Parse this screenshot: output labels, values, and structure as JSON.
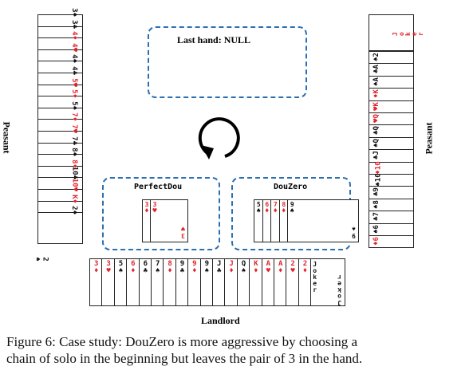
{
  "last_hand": "Last hand: NULL",
  "players": {
    "left_peasant": {
      "label": "Peasant",
      "cards": [
        {
          "r": "3",
          "s": "♠",
          "c": "black"
        },
        {
          "r": "3",
          "s": "♣",
          "c": "black"
        },
        {
          "r": "4",
          "s": "♦",
          "c": "red"
        },
        {
          "r": "4",
          "s": "♥",
          "c": "red"
        },
        {
          "r": "4",
          "s": "♠",
          "c": "black"
        },
        {
          "r": "4",
          "s": "♣",
          "c": "black"
        },
        {
          "r": "5",
          "s": "♥",
          "c": "red"
        },
        {
          "r": "5",
          "s": "♦",
          "c": "red"
        },
        {
          "r": "5",
          "s": "♠",
          "c": "black"
        },
        {
          "r": "7",
          "s": "♦",
          "c": "red"
        },
        {
          "r": "7",
          "s": "♥",
          "c": "red"
        },
        {
          "r": "7",
          "s": "♣",
          "c": "black"
        },
        {
          "r": "8",
          "s": "♠",
          "c": "black"
        },
        {
          "r": "8",
          "s": "♦",
          "c": "red"
        },
        {
          "r": "10",
          "s": "♣",
          "c": "black"
        },
        {
          "r": "10",
          "s": "♥",
          "c": "red"
        },
        {
          "r": "K",
          "s": "♦",
          "c": "red"
        },
        {
          "r": "2",
          "s": "♠",
          "c": "black"
        }
      ]
    },
    "right_peasant": {
      "label": "Peasant",
      "joker": "Joker",
      "cards": [
        {
          "r": "2",
          "s": "♠",
          "c": "black"
        },
        {
          "r": "A",
          "s": "♣",
          "c": "black"
        },
        {
          "r": "A",
          "s": "♠",
          "c": "black"
        },
        {
          "r": "K",
          "s": "♦",
          "c": "red"
        },
        {
          "r": "K",
          "s": "♥",
          "c": "red"
        },
        {
          "r": "Q",
          "s": "♥",
          "c": "red"
        },
        {
          "r": "Q",
          "s": "♣",
          "c": "black"
        },
        {
          "r": "Q",
          "s": "♠",
          "c": "black"
        },
        {
          "r": "J",
          "s": "♣",
          "c": "black"
        },
        {
          "r": "10",
          "s": "♦",
          "c": "red"
        },
        {
          "r": "10",
          "s": "♠",
          "c": "black"
        },
        {
          "r": "9",
          "s": "♣",
          "c": "black"
        },
        {
          "r": "8",
          "s": "♠",
          "c": "black"
        },
        {
          "r": "7",
          "s": "♣",
          "c": "black"
        },
        {
          "r": "6",
          "s": "♠",
          "c": "black"
        },
        {
          "r": "6",
          "s": "♦",
          "c": "red"
        }
      ]
    },
    "landlord": {
      "label": "Landlord",
      "joker": "Joker",
      "cards": [
        {
          "r": "3",
          "s": "♦",
          "c": "red"
        },
        {
          "r": "3",
          "s": "♥",
          "c": "red"
        },
        {
          "r": "5",
          "s": "♠",
          "c": "black"
        },
        {
          "r": "6",
          "s": "♦",
          "c": "red"
        },
        {
          "r": "6",
          "s": "♣",
          "c": "black"
        },
        {
          "r": "7",
          "s": "♠",
          "c": "black"
        },
        {
          "r": "8",
          "s": "♦",
          "c": "red"
        },
        {
          "r": "9",
          "s": "♣",
          "c": "black"
        },
        {
          "r": "9",
          "s": "♦",
          "c": "red"
        },
        {
          "r": "9",
          "s": "♠",
          "c": "black"
        },
        {
          "r": "J",
          "s": "♣",
          "c": "black"
        },
        {
          "r": "J",
          "s": "♦",
          "c": "red"
        },
        {
          "r": "Q",
          "s": "♠",
          "c": "black"
        },
        {
          "r": "K",
          "s": "♦",
          "c": "red"
        },
        {
          "r": "A",
          "s": "♥",
          "c": "red"
        },
        {
          "r": "A",
          "s": "♦",
          "c": "red"
        },
        {
          "r": "2",
          "s": "♥",
          "c": "red"
        },
        {
          "r": "2",
          "s": "♦",
          "c": "red"
        }
      ]
    }
  },
  "agents": {
    "perfectdou": {
      "name": "PerfectDou",
      "cards": [
        {
          "r": "3",
          "s": "♦",
          "c": "red"
        },
        {
          "r": "3",
          "s": "♥",
          "c": "red"
        }
      ]
    },
    "douzero": {
      "name": "DouZero",
      "cards": [
        {
          "r": "5",
          "s": "♠",
          "c": "black"
        },
        {
          "r": "6",
          "s": "♦",
          "c": "red"
        },
        {
          "r": "7",
          "s": "♦",
          "c": "red"
        },
        {
          "r": "8",
          "s": "♦",
          "c": "red"
        },
        {
          "r": "9",
          "s": "♠",
          "c": "black"
        }
      ]
    }
  },
  "left_isolated_card": {
    "r": "2",
    "s": "♠",
    "c": "black"
  },
  "caption": {
    "line1": "Figure 6: Case study: DouZero is more aggressive by choosing a",
    "line2": "chain of solo in the beginning but leaves the pair of 3 in the hand."
  },
  "colors": {
    "dash": "#2a6fb0",
    "red": "#e0262d",
    "black": "#111111"
  }
}
